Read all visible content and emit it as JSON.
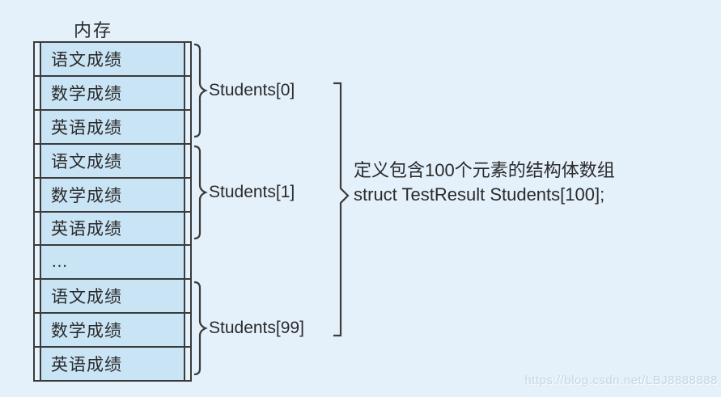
{
  "page": {
    "watermark": "https://blog.csdn.net/LBJ8888888"
  },
  "diagram": {
    "title": "内存",
    "memory_table": {
      "rows": [
        "语文成绩",
        "数学成绩",
        "英语成绩",
        "语文成绩",
        "数学成绩",
        "英语成绩",
        "…",
        "语文成绩",
        "数学成绩",
        "英语成绩"
      ]
    },
    "groups": [
      {
        "label": "Students[0]",
        "rows": "1-3"
      },
      {
        "label": "Students[1]",
        "rows": "4-6"
      },
      {
        "label": "Students[99]",
        "rows": "8-10"
      }
    ],
    "annotation": {
      "line1": "定义包含100个元素的结构体数组",
      "line2": "struct TestResult Students[100];"
    }
  },
  "colors": {
    "background": "#e4f1fb",
    "cell_fill": "#c9e4f5",
    "gutter_fill": "#e7f3fc",
    "border": "#3b3b3b",
    "text": "#2a2a2a",
    "watermark": "#c9d6e0"
  }
}
